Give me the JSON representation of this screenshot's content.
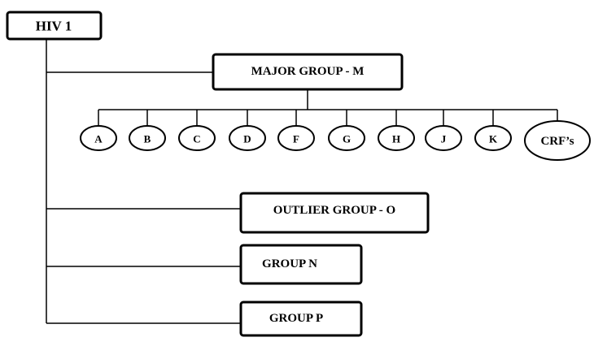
{
  "root": {
    "label": "HIV 1"
  },
  "groups": {
    "major": {
      "label": "MAJOR GROUP - M"
    },
    "outlier": {
      "label": "OUTLIER GROUP - O"
    },
    "n": {
      "label": "GROUP N"
    },
    "p": {
      "label": "GROUP P"
    }
  },
  "subtypes": [
    {
      "label": "A"
    },
    {
      "label": "B"
    },
    {
      "label": "C"
    },
    {
      "label": "D"
    },
    {
      "label": "F"
    },
    {
      "label": "G"
    },
    {
      "label": "H"
    },
    {
      "label": "J"
    },
    {
      "label": "K"
    },
    {
      "label": "CRF’s"
    }
  ]
}
